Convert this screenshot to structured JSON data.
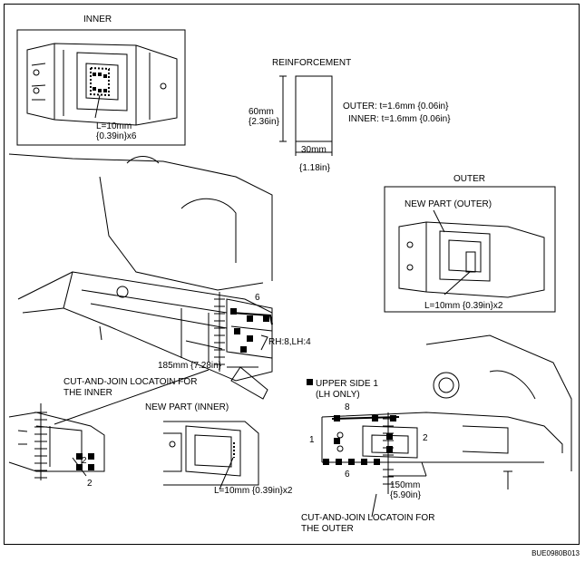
{
  "labels": {
    "inner_title": "INNER",
    "inner_len_1": "L=10mm",
    "inner_len_2": "{0.39in}x6",
    "reinforcement": "REINFORCEMENT",
    "height_mm": "60mm",
    "height_in": "{2.36in}",
    "width_mm": "30mm",
    "width_in": "{1.18in}",
    "outer_thickness": "OUTER: t=1.6mm {0.06in}",
    "inner_thickness": "INNER: t=1.6mm {0.06in}",
    "outer_title": "OUTER",
    "new_part_outer": "NEW PART (OUTER)",
    "outer_len": "L=10mm {0.39in}x2",
    "callout_6_main": "6",
    "rh_lh": "RH:8,LH:4",
    "dist_185": "185mm {7.28in}",
    "cut_inner_1": "CUT-AND-JOIN LOCATOIN FOR",
    "cut_inner_2": "THE INNER",
    "callout_2a": "2",
    "callout_2b": "2",
    "new_part_inner": "NEW PART (INNER)",
    "inner_len_bottom": "L=10mm {0.39in}x2",
    "upper_side_1": "UPPER SIDE 1",
    "upper_side_2": "(LH ONLY)",
    "callout_8": "8",
    "callout_1": "1",
    "callout_2c": "2",
    "callout_6b": "6",
    "dist_150_mm": "150mm",
    "dist_150_in": "{5.90in}",
    "cut_outer_1": "CUT-AND-JOIN LOCATOIN FOR",
    "cut_outer_2": "THE OUTER",
    "figure_code": "BUE0980B013"
  }
}
